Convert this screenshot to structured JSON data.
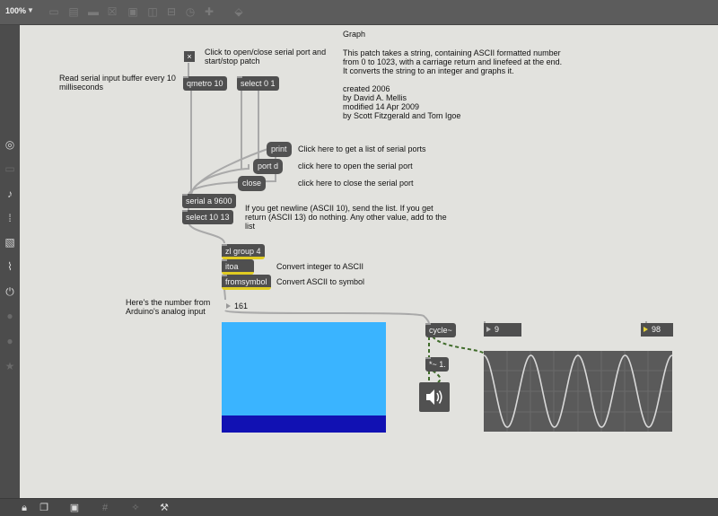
{
  "toolbar": {
    "zoom": "100%",
    "icons": [
      "presentation-icon",
      "new-view-icon",
      "comment-icon",
      "close-box-icon",
      "object-box-icon",
      "inlet-icon",
      "outlet-icon",
      "dial-icon",
      "plus-icon",
      "paint-bucket-icon"
    ]
  },
  "sidebar": {
    "icons": [
      "target-icon",
      "display-icon",
      "music-note-icon",
      "matrix-icon",
      "image-icon",
      "paperclip-icon",
      "plug-icon",
      "circle-icon-1",
      "circle-icon-2",
      "star-icon"
    ]
  },
  "bottombar": {
    "icons": [
      "windows-icon",
      "presentation-icon",
      "grid-icon",
      "wand-icon",
      "wrench-icon"
    ]
  },
  "patch": {
    "title": "Graph",
    "description": [
      "This patch takes a string, containing ASCII formatted number",
      "from 0 to 1023, with a carriage return and linefeed at the end.",
      "It converts the string to an integer and graphs it."
    ],
    "credits": [
      "created 2006",
      "by David A. Mellis",
      "modified 14 Apr 2009",
      "by Scott Fitzgerald and Tom Igoe"
    ],
    "comments": {
      "toggle_help": [
        "Click to open/close serial port and",
        "start/stop patch"
      ],
      "read_buffer": [
        "Read serial input buffer every 10",
        "milliseconds"
      ],
      "print_help": "Click here to get a list of serial ports",
      "open_help": "click here to open the serial port",
      "close_help": "click here to close the serial port",
      "newline_help": [
        "If you get newline (ASCII 10), send the list. If you get",
        "return (ASCII 13) do nothing. Any other value, add to the",
        "list"
      ],
      "itoa_help": "Convert integer to ASCII",
      "fromsymbol_help": "Convert ASCII to symbol",
      "number_help": [
        "Here's the number from",
        "Arduino's analog input"
      ]
    },
    "objects": {
      "toggle_mark": "×",
      "metro": "qmetro 10",
      "select01": "select 0 1",
      "print": "print",
      "portd": "port d",
      "close": "close",
      "serial": "serial a 9600",
      "select1013": "select 10 13",
      "zlgroup": "zl group 4",
      "itoa": "itoa",
      "fromsymbol": "fromsymbol",
      "number": "161",
      "cycle": "cycle~",
      "times": "*~ 1.",
      "num_scope1": "9",
      "num_scope2": "98"
    }
  },
  "colors": {
    "canvas": "#e2e2de",
    "object": "#4f4f4f",
    "accent_yellow": "#e0cc22",
    "lcd_blue": "#3ab4ff",
    "lcd_bar": "#1111b3"
  }
}
